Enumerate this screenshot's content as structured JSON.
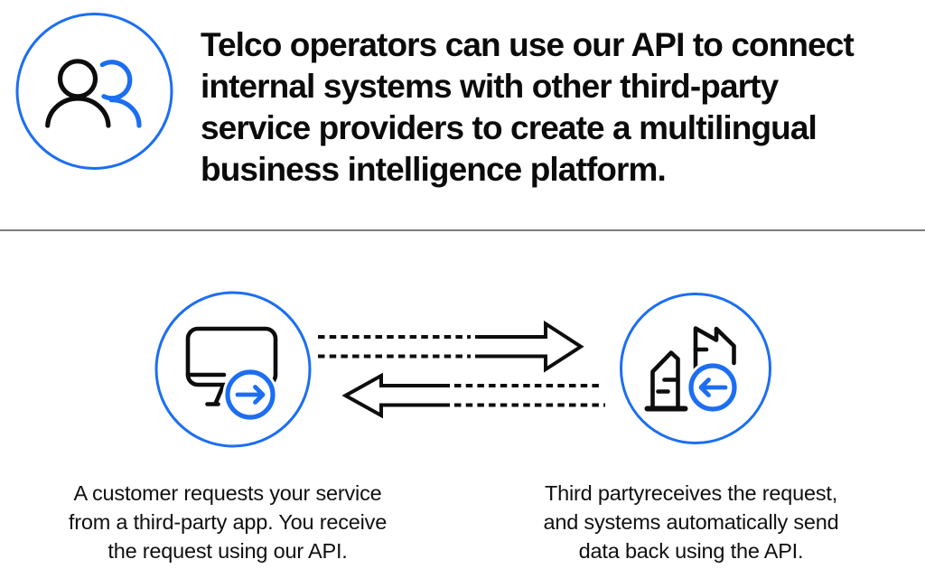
{
  "header": {
    "icon": "two-people-icon",
    "headline_lines": [
      "Telco operators can use our API to connect",
      "internal systems with other third-party",
      "service providers to create a multilingual",
      "business intelligence platform."
    ]
  },
  "flow": {
    "left_node": {
      "icon": "screen-send-icon",
      "caption_lines": [
        "A customer requests your service",
        "from a third-party app. You receive",
        "the request using our API."
      ]
    },
    "right_node": {
      "icon": "buildings-receive-icon",
      "caption_lines": [
        "Third partyreceives the request,",
        "and systems automatically send",
        "data back using the API."
      ]
    },
    "arrows": [
      {
        "name": "request-arrow",
        "direction": "right",
        "style": "dashed-tail-solid-head"
      },
      {
        "name": "response-arrow",
        "direction": "left",
        "style": "solid-head-dashed-tail"
      }
    ]
  },
  "colors": {
    "accent_blue": "#1C6EF2",
    "ink": "#0D0D0D",
    "divider_gray": "#7D7D7D",
    "background": "#FFFFFF"
  }
}
